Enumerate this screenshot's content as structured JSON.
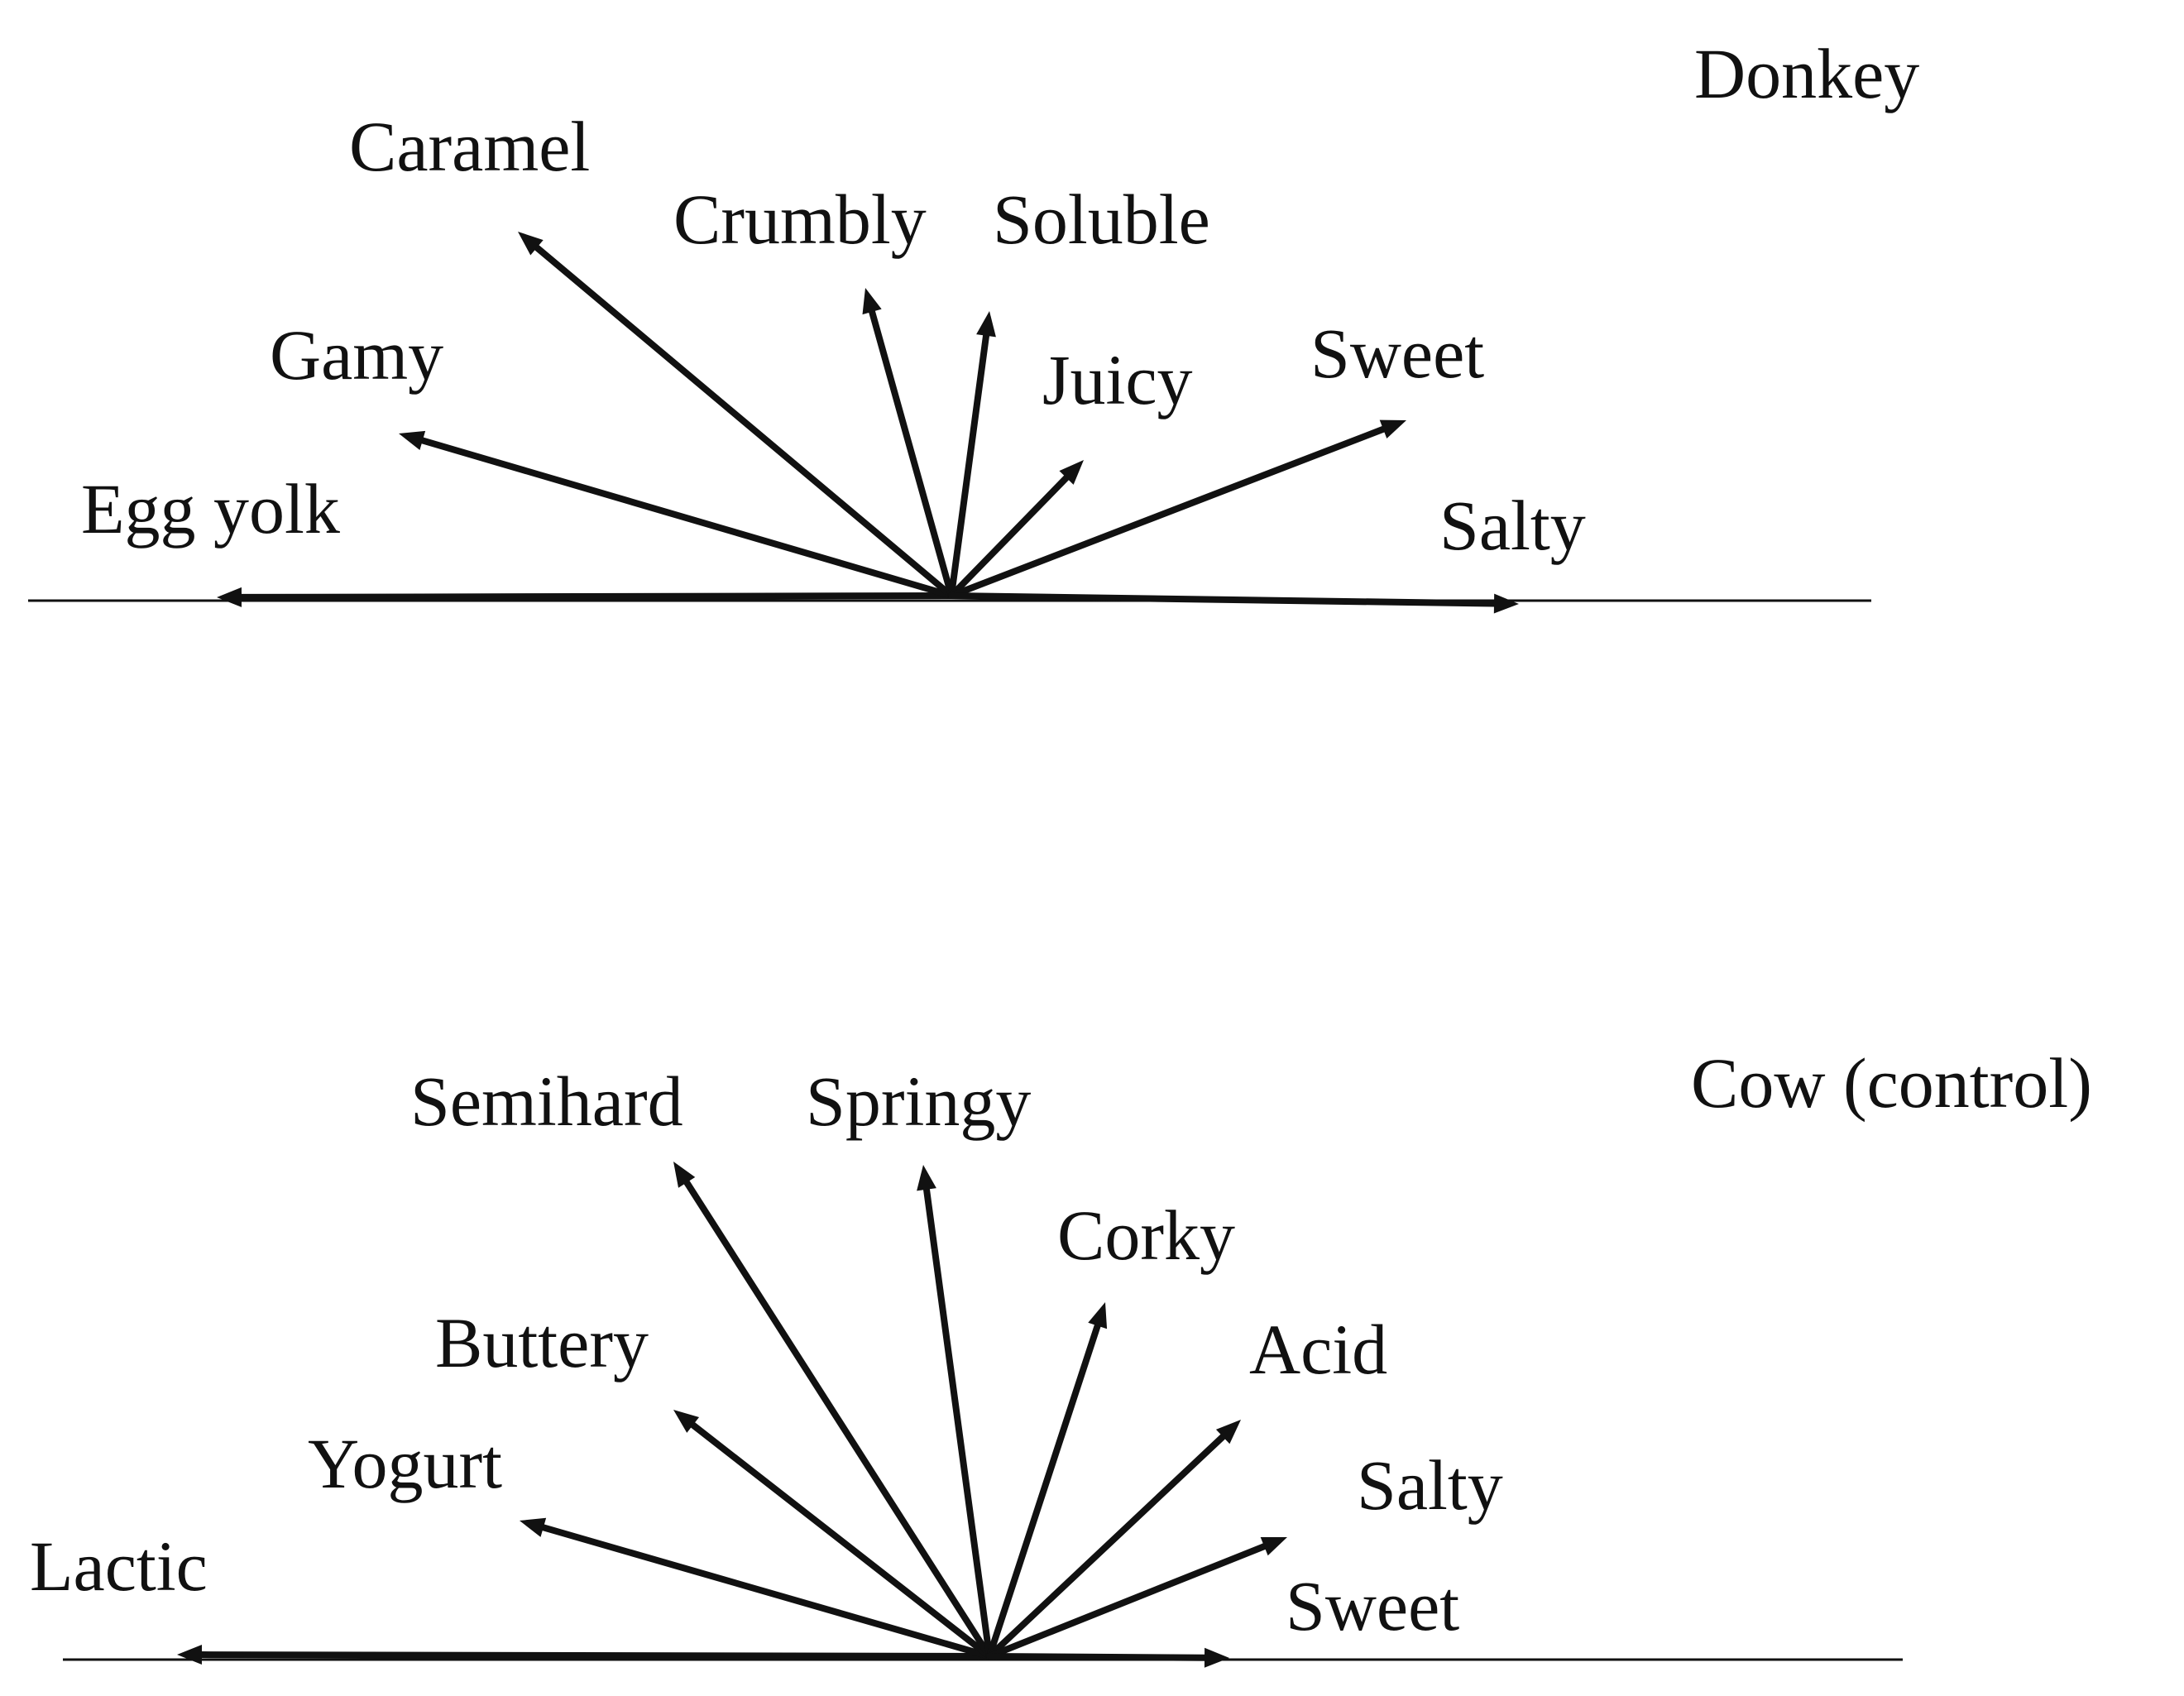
{
  "panels": [
    {
      "id": "donkey",
      "title": "Donkey",
      "attributes": [
        {
          "label": "Egg yolk"
        },
        {
          "label": "Gamy"
        },
        {
          "label": "Caramel"
        },
        {
          "label": "Crumbly"
        },
        {
          "label": "Soluble"
        },
        {
          "label": "Juicy"
        },
        {
          "label": "Sweet"
        },
        {
          "label": "Salty"
        }
      ]
    },
    {
      "id": "cow-control",
      "title": "Cow (control)",
      "attributes": [
        {
          "label": "Lactic"
        },
        {
          "label": "Yogurt"
        },
        {
          "label": "Buttery"
        },
        {
          "label": "Semihard"
        },
        {
          "label": "Springy"
        },
        {
          "label": "Corky"
        },
        {
          "label": "Acid"
        },
        {
          "label": "Salty"
        },
        {
          "label": "Sweet"
        }
      ]
    }
  ]
}
